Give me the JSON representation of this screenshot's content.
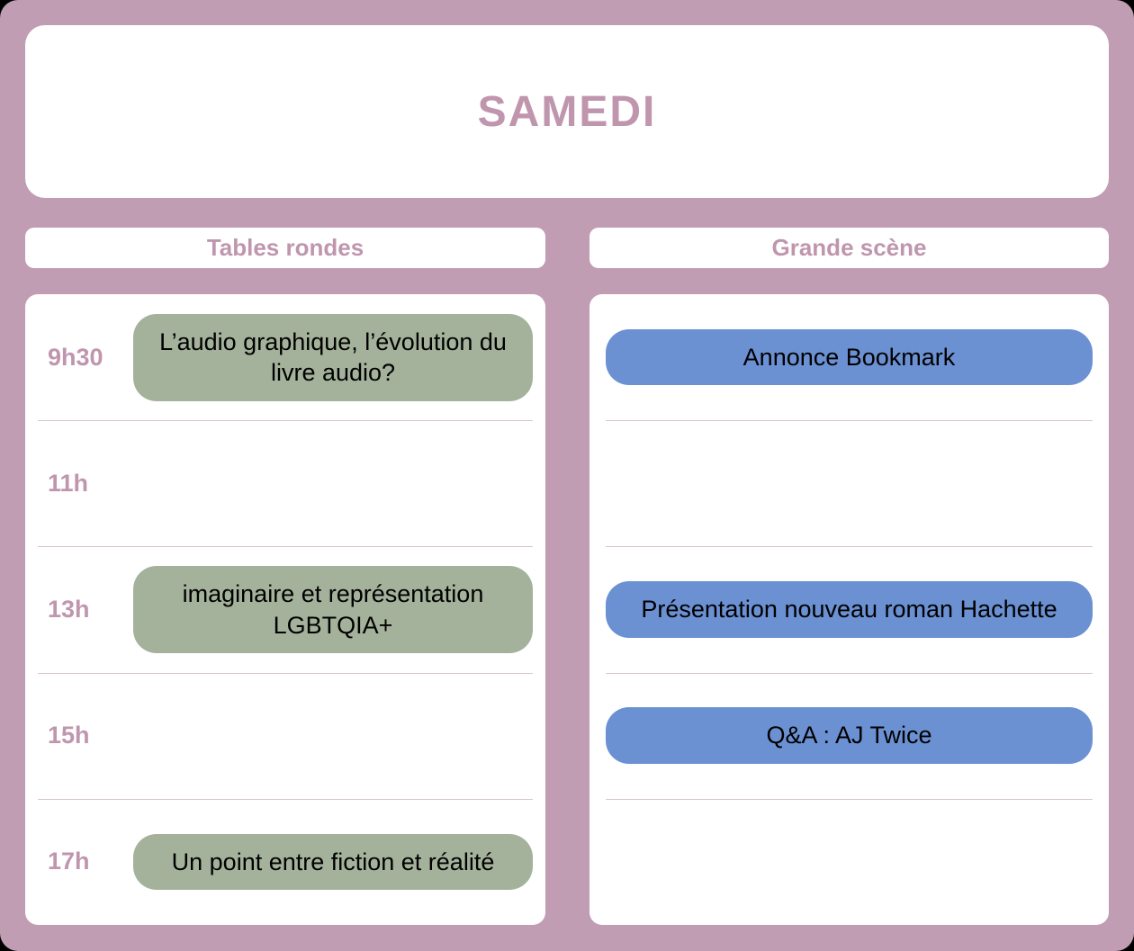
{
  "theme": {
    "background": "#c19db4",
    "card": "#ffffff",
    "accent_rose": "#bf96ae",
    "pill_green": "#a4b29b",
    "pill_blue": "#6b91d3",
    "separator": "#d9c6d3",
    "text": "#000000"
  },
  "header": {
    "title": "SAMEDI"
  },
  "columns": [
    {
      "label": "Tables rondes"
    },
    {
      "label": "Grande scène"
    }
  ],
  "times": [
    "9h30",
    "11h",
    "13h",
    "15h",
    "17h"
  ],
  "schedule": {
    "tables_rondes": [
      {
        "time": "9h30",
        "title": "L’audio graphique, l’évolution du livre audio?",
        "empty": false
      },
      {
        "time": "11h",
        "title": "",
        "empty": true
      },
      {
        "time": "13h",
        "title": "imaginaire et représentation LGBTQIA+",
        "empty": false
      },
      {
        "time": "15h",
        "title": "",
        "empty": true
      },
      {
        "time": "17h",
        "title": "Un point entre fiction et réalité",
        "empty": false
      }
    ],
    "grande_scene": [
      {
        "time": "9h30",
        "title": "Annonce Bookmark",
        "empty": false
      },
      {
        "time": "11h",
        "title": "",
        "empty": true
      },
      {
        "time": "13h",
        "title": "Présentation nouveau roman Hachette",
        "empty": false
      },
      {
        "time": "15h",
        "title": "Q&A : AJ Twice",
        "empty": false
      },
      {
        "time": "17h",
        "title": "",
        "empty": true
      }
    ]
  }
}
